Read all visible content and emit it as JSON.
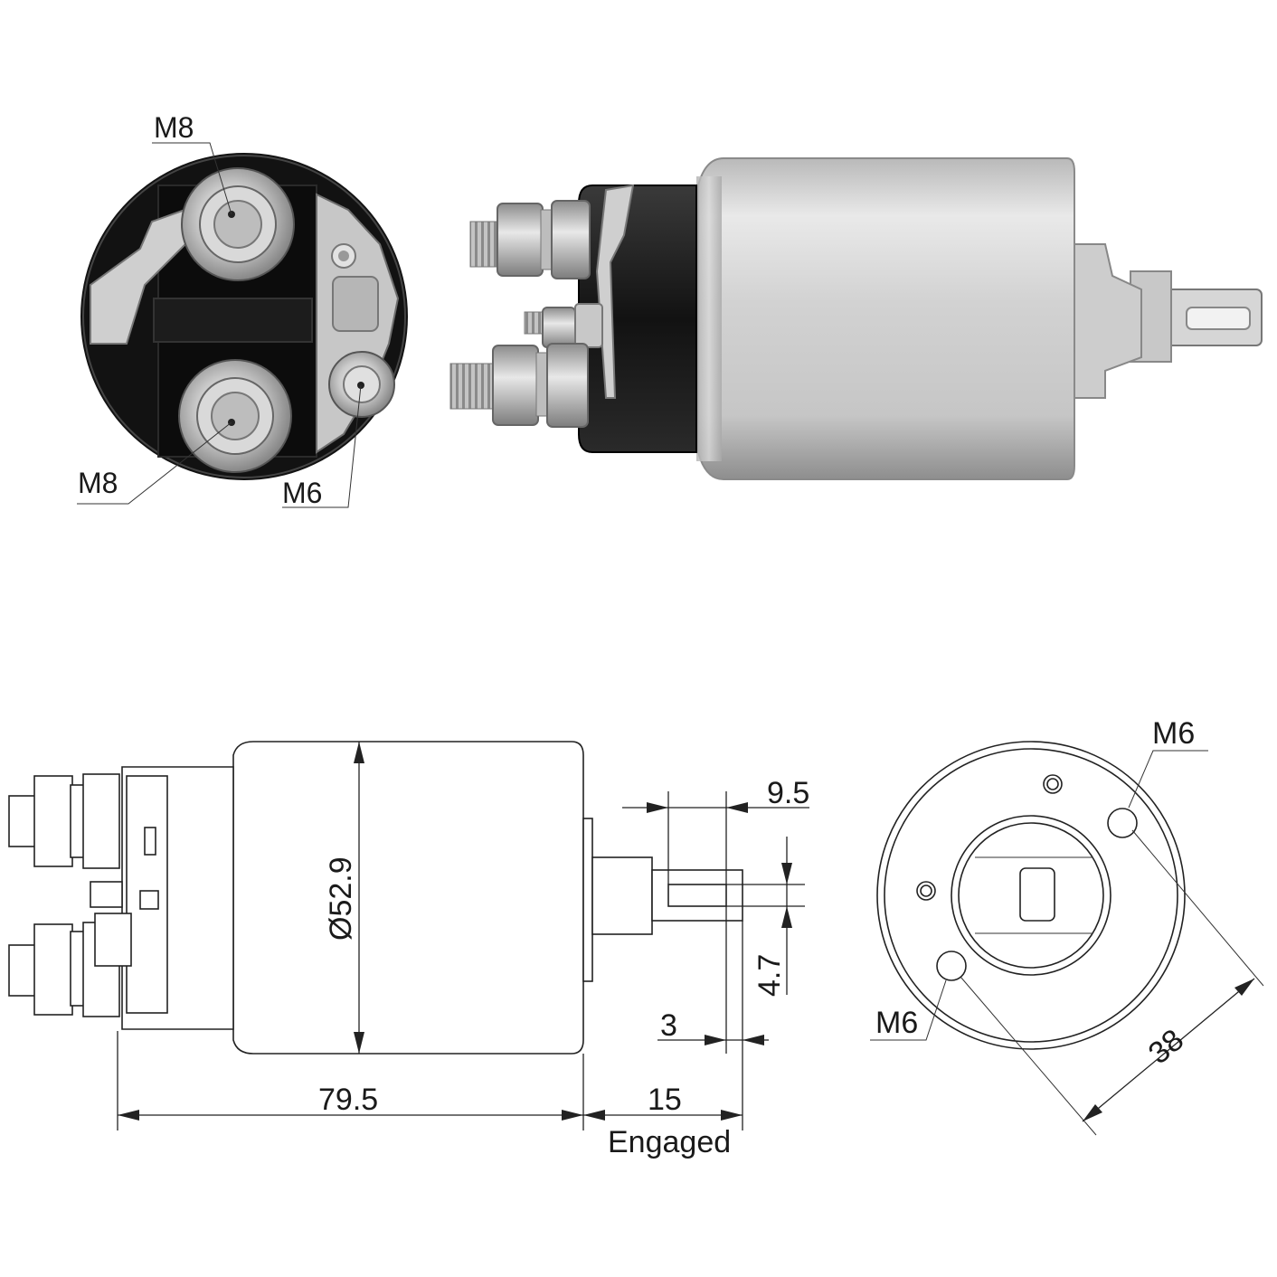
{
  "photo_front": {
    "callouts": {
      "terminal_top": "M8",
      "terminal_bottom": "M8",
      "terminal_small": "M6"
    }
  },
  "drawing_side": {
    "dimensions": {
      "diameter": "Ø52.9",
      "body_length": "79.5",
      "stroke": "15",
      "stroke_note": "Engaged",
      "tab_width": "9.5",
      "tab_hole": "4.7",
      "tab_offset": "3"
    }
  },
  "drawing_end": {
    "callouts": {
      "hole_upper": "M6",
      "hole_lower": "M6"
    },
    "dimensions": {
      "hole_spacing": "38"
    }
  },
  "colors": {
    "line": "#222222",
    "metal_light": "#e6e6e6",
    "metal_dark": "#9a9a9a",
    "plastic": "#141414"
  }
}
